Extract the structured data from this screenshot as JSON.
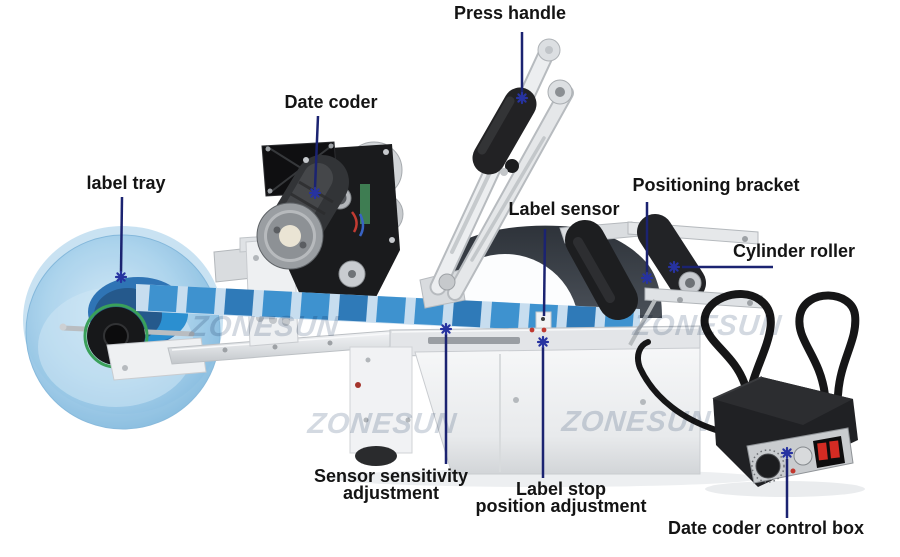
{
  "figure_type": "annotated-product-diagram",
  "watermark": {
    "text": "ZONESUN"
  },
  "annotations": {
    "press_handle": {
      "label": "Press handle"
    },
    "date_coder": {
      "label": "Date coder"
    },
    "label_tray": {
      "label": "label tray"
    },
    "label_sensor": {
      "label": "Label sensor"
    },
    "positioning_bracket": {
      "label": "Positioning bracket"
    },
    "cylinder_roller": {
      "label": "Cylinder roller"
    },
    "sensor_sensitivity_adjustment": {
      "line1": "Sensor sensitivity",
      "line2": "adjustment"
    },
    "label_stop_position_adjustment": {
      "line1": "Label stop",
      "line2": "position adjustment"
    },
    "date_coder_control_box": {
      "label": "Date coder control box"
    }
  },
  "colors": {
    "annotation_line": "#1b2371",
    "annotation_marker": "#2733a0",
    "label_text": "#141414",
    "watermark": "#ccd3dc",
    "label_strip_blue": "#3e92cf",
    "tray_blue": "#a9d2ec",
    "machine_silver": "#e3e5e8",
    "switch_red": "#d42b23"
  }
}
